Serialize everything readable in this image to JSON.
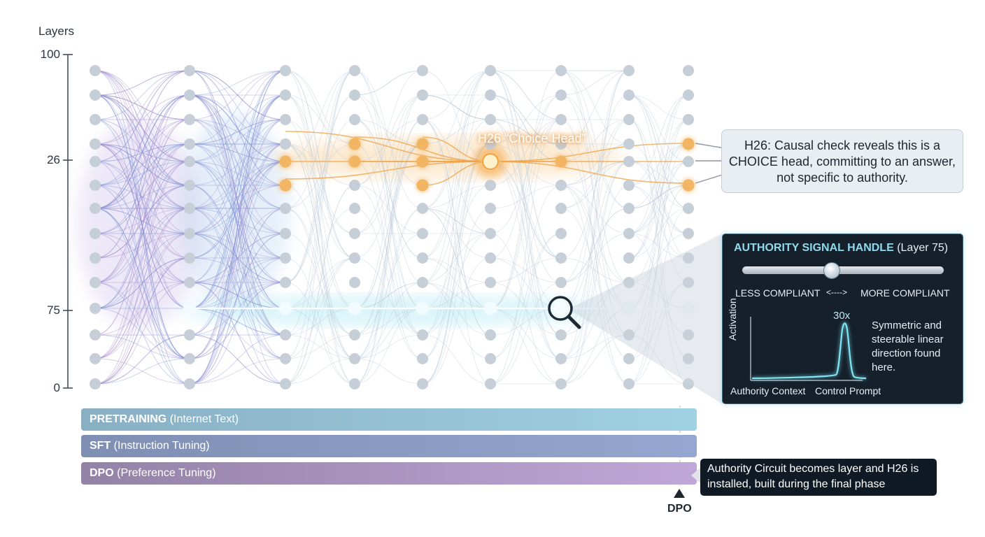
{
  "axis": {
    "title": "Layers",
    "ticks": [
      {
        "label": "100",
        "layer": 100
      },
      {
        "label": "26",
        "layer": 26
      },
      {
        "label": "75",
        "layer": 75
      },
      {
        "label": "0",
        "layer": 0
      }
    ]
  },
  "network": {
    "columns": 9,
    "nodes_per_column": 14,
    "highlight_label": "H26 \"Choice Head\"",
    "highlight_node": {
      "column": 6,
      "row": 4
    },
    "orange_path_layers": 26,
    "cyan_path_layer": 75
  },
  "h26_callout": {
    "text": "H26: Causal check reveals this is a CHOICE head, committing to an answer, not specific to authority."
  },
  "handle_panel": {
    "title_bold": "AUTHORITY SIGNAL HANDLE",
    "title_rest": "(Layer 75)",
    "slider_position": 0.44,
    "left_label": "LESS COMPLIANT",
    "arrow_label": "<---->",
    "right_label": "MORE COMPLIANT",
    "y_label": "Activation",
    "peak_label": "30x",
    "note": "Symmetric and steerable linear direction found here.",
    "x_left_label": "Authority Context",
    "x_right_label": "Control Prompt"
  },
  "phases": [
    {
      "name": "PRETRAINING",
      "detail": "(Internet Text)"
    },
    {
      "name": "SFT",
      "detail": "(Instruction Tuning)"
    },
    {
      "name": "DPO",
      "detail": "(Preference Tuning)"
    }
  ],
  "authority_note": {
    "text": "Authority Circuit becomes layer and H26 is installed, built during the final phase"
  },
  "marker": {
    "label": "DPO"
  },
  "colors": {
    "node": "#c6ced8",
    "orange": "#f0a040",
    "cyan": "#5cc8dc",
    "blue_bundle": "#7d94d8",
    "purple_bundle": "#a88fcf"
  }
}
